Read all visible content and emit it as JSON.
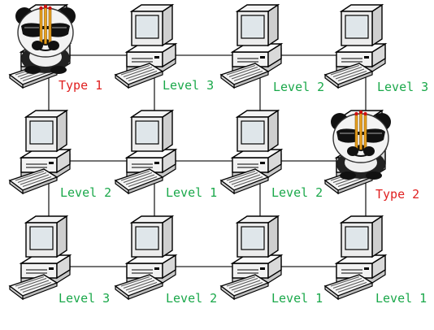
{
  "colors": {
    "level_label": "#1aa84a",
    "type_label": "#e02020",
    "link": "#222222"
  },
  "nodes": [
    {
      "label": "Type 1",
      "label_kind": "type",
      "icon": "panda-virus-icon"
    },
    {
      "label": "Level 3",
      "label_kind": "level",
      "icon": "desktop-computer-icon"
    },
    {
      "label": "Level 2",
      "label_kind": "level",
      "icon": "desktop-computer-icon"
    },
    {
      "label": "Level 3",
      "label_kind": "level",
      "icon": "desktop-computer-icon"
    },
    {
      "label": "Level 2",
      "label_kind": "level",
      "icon": "desktop-computer-icon"
    },
    {
      "label": "Level 1",
      "label_kind": "level",
      "icon": "desktop-computer-icon"
    },
    {
      "label": "Level 2",
      "label_kind": "level",
      "icon": "desktop-computer-icon"
    },
    {
      "label": "Type 2",
      "label_kind": "type",
      "icon": "panda-virus-icon"
    },
    {
      "label": "Level 3",
      "label_kind": "level",
      "icon": "desktop-computer-icon"
    },
    {
      "label": "Level 2",
      "label_kind": "level",
      "icon": "desktop-computer-icon"
    },
    {
      "label": "Level 1",
      "label_kind": "level",
      "icon": "desktop-computer-icon"
    },
    {
      "label": "Level 1",
      "label_kind": "level",
      "icon": "desktop-computer-icon"
    }
  ],
  "links": [
    [
      0,
      1
    ],
    [
      1,
      2
    ],
    [
      2,
      3
    ],
    [
      4,
      5
    ],
    [
      5,
      6
    ],
    [
      6,
      7
    ],
    [
      8,
      9
    ],
    [
      9,
      10
    ],
    [
      10,
      11
    ],
    [
      0,
      4
    ],
    [
      4,
      8
    ],
    [
      1,
      5
    ],
    [
      5,
      9
    ],
    [
      2,
      6
    ],
    [
      6,
      10
    ],
    [
      3,
      7
    ],
    [
      7,
      11
    ]
  ]
}
